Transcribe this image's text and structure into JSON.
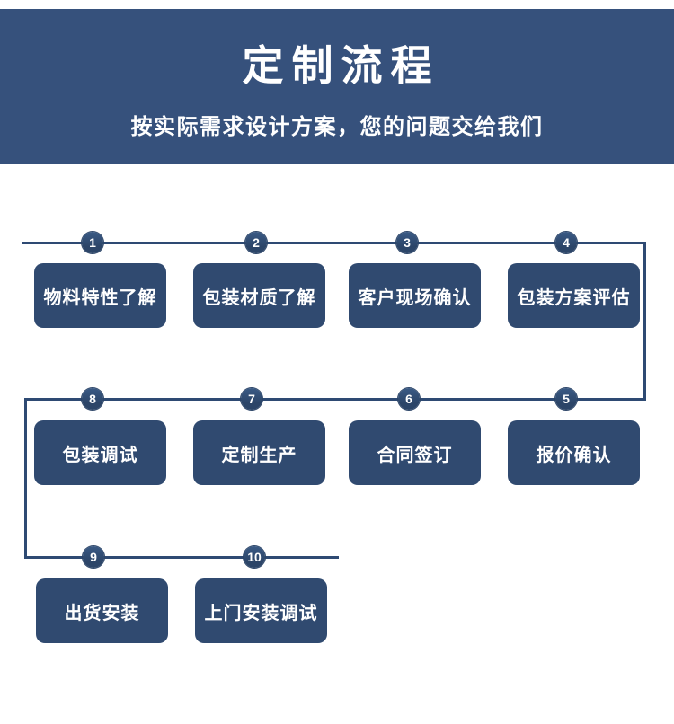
{
  "header": {
    "title": "定制流程",
    "subtitle": "按实际需求设计方案，您的问题交给我们"
  },
  "colors": {
    "banner_bg": "#36517c",
    "step_box_bg": "#304a70",
    "connector_line": "#2e4a73",
    "node_bg": "#2c4568",
    "text_on_dark": "#ffffff",
    "page_bg": "#ffffff"
  },
  "flow": {
    "steps": [
      {
        "num": "1",
        "label": "物料特性了解"
      },
      {
        "num": "2",
        "label": "包装材质了解"
      },
      {
        "num": "3",
        "label": "客户现场确认"
      },
      {
        "num": "4",
        "label": "包装方案评估"
      },
      {
        "num": "5",
        "label": "报价确认"
      },
      {
        "num": "6",
        "label": "合同签订"
      },
      {
        "num": "7",
        "label": "定制生产"
      },
      {
        "num": "8",
        "label": "包装调试"
      },
      {
        "num": "9",
        "label": "出货安装"
      },
      {
        "num": "10",
        "label": "上门安装调试"
      }
    ]
  }
}
